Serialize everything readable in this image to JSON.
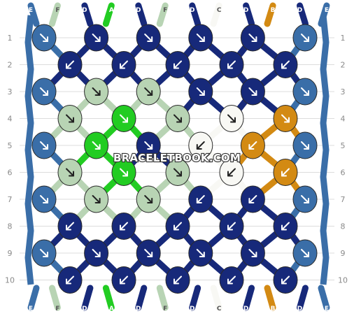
{
  "watermark": "BRACELETBOOK.COM",
  "colors": {
    "A": "#22cc22",
    "B": "#d38a13",
    "C": "#f8f8f4",
    "D": "#17297a",
    "E": "#3a6ea8",
    "F": "#b8d4b4"
  },
  "strings_top": [
    "E",
    "F",
    "D",
    "A",
    "D",
    "F",
    "D",
    "C",
    "D",
    "B",
    "D",
    "E"
  ],
  "strings_bottom": [
    "E",
    "F",
    "D",
    "A",
    "D",
    "F",
    "D",
    "C",
    "D",
    "B",
    "D",
    "E"
  ],
  "row_labels": [
    "1",
    "2",
    "3",
    "4",
    "5",
    "6",
    "7",
    "8",
    "9",
    "10"
  ],
  "knot_icon": "arrow-icon",
  "rows": [
    {
      "knots": [
        {
          "c": "E",
          "d": "dr"
        },
        {
          "c": "D",
          "d": "dr"
        },
        {
          "c": "D",
          "d": "dr"
        },
        {
          "c": "D",
          "d": "dr"
        },
        {
          "c": "D",
          "d": "dr"
        },
        {
          "c": "E",
          "d": "dr"
        }
      ]
    },
    {
      "knots": [
        {
          "c": "D",
          "d": "dl"
        },
        {
          "c": "D",
          "d": "dl"
        },
        {
          "c": "D",
          "d": "dl"
        },
        {
          "c": "D",
          "d": "dl"
        },
        {
          "c": "D",
          "d": "dl"
        }
      ]
    },
    {
      "knots": [
        {
          "c": "E",
          "d": "dr"
        },
        {
          "c": "F",
          "d": "dr"
        },
        {
          "c": "F",
          "d": "dr"
        },
        {
          "c": "D",
          "d": "dr"
        },
        {
          "c": "D",
          "d": "dr"
        },
        {
          "c": "E",
          "d": "dr"
        }
      ]
    },
    {
      "knots": [
        {
          "c": "F",
          "d": "dr"
        },
        {
          "c": "A",
          "d": "dr"
        },
        {
          "c": "F",
          "d": "dr"
        },
        {
          "c": "C",
          "d": "dr"
        },
        {
          "c": "B",
          "d": "dr"
        }
      ]
    },
    {
      "knots": [
        {
          "c": "E",
          "d": "dr"
        },
        {
          "c": "A",
          "d": "dr"
        },
        {
          "c": "D",
          "d": "dr"
        },
        {
          "c": "C",
          "d": "dl"
        },
        {
          "c": "B",
          "d": "dl"
        },
        {
          "c": "E",
          "d": "dr"
        }
      ]
    },
    {
      "knots": [
        {
          "c": "F",
          "d": "dr"
        },
        {
          "c": "A",
          "d": "dr"
        },
        {
          "c": "F",
          "d": "dr"
        },
        {
          "c": "C",
          "d": "dl"
        },
        {
          "c": "B",
          "d": "dl"
        }
      ]
    },
    {
      "knots": [
        {
          "c": "E",
          "d": "dr"
        },
        {
          "c": "F",
          "d": "dr"
        },
        {
          "c": "F",
          "d": "dr"
        },
        {
          "c": "D",
          "d": "dl"
        },
        {
          "c": "D",
          "d": "dl"
        },
        {
          "c": "E",
          "d": "dr"
        }
      ]
    },
    {
      "knots": [
        {
          "c": "D",
          "d": "dl"
        },
        {
          "c": "D",
          "d": "dl"
        },
        {
          "c": "D",
          "d": "dl"
        },
        {
          "c": "D",
          "d": "dl"
        },
        {
          "c": "D",
          "d": "dl"
        }
      ]
    },
    {
      "knots": [
        {
          "c": "E",
          "d": "dr"
        },
        {
          "c": "D",
          "d": "dr"
        },
        {
          "c": "D",
          "d": "dr"
        },
        {
          "c": "D",
          "d": "dr"
        },
        {
          "c": "D",
          "d": "dr"
        },
        {
          "c": "E",
          "d": "dr"
        }
      ]
    },
    {
      "knots": [
        {
          "c": "D",
          "d": "dl"
        },
        {
          "c": "D",
          "d": "dl"
        },
        {
          "c": "D",
          "d": "dl"
        },
        {
          "c": "D",
          "d": "dl"
        },
        {
          "c": "D",
          "d": "dl"
        }
      ]
    }
  ]
}
